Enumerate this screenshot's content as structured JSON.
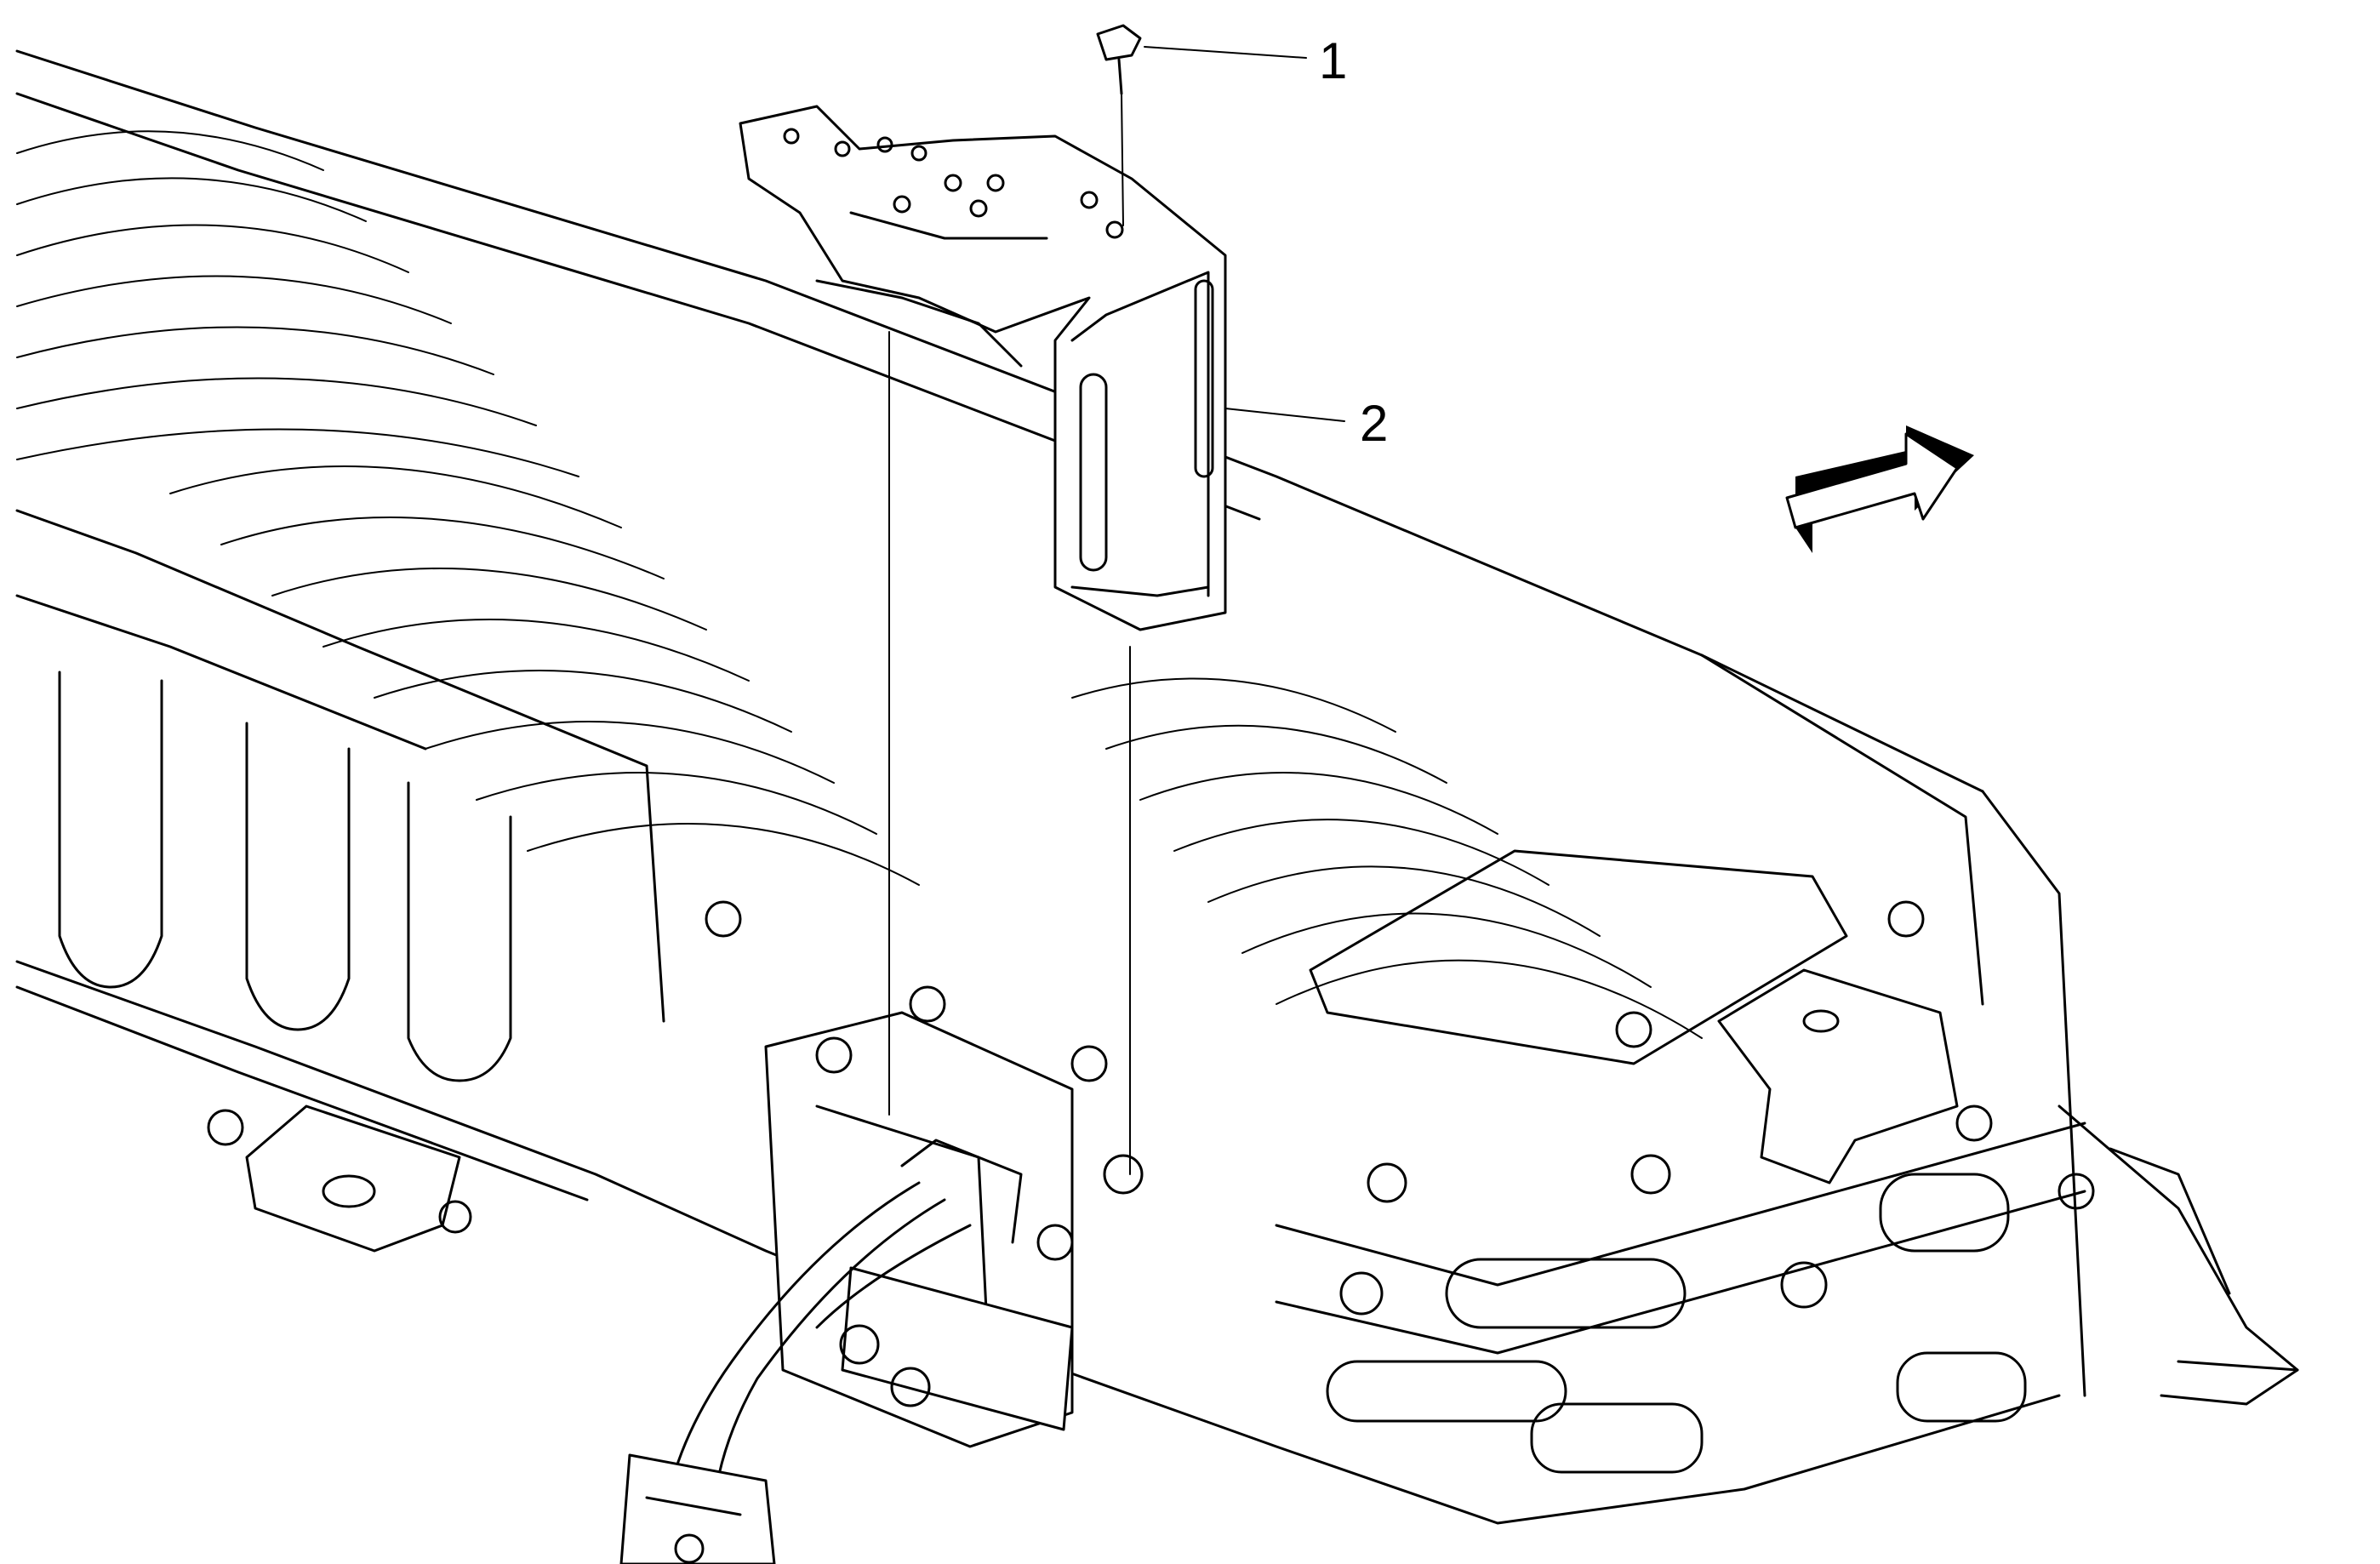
{
  "figure": {
    "callouts": [
      {
        "number": "1",
        "part": "bolt"
      },
      {
        "number": "2",
        "part": "bracket"
      }
    ],
    "direction_arrow": "forward-arrow"
  }
}
